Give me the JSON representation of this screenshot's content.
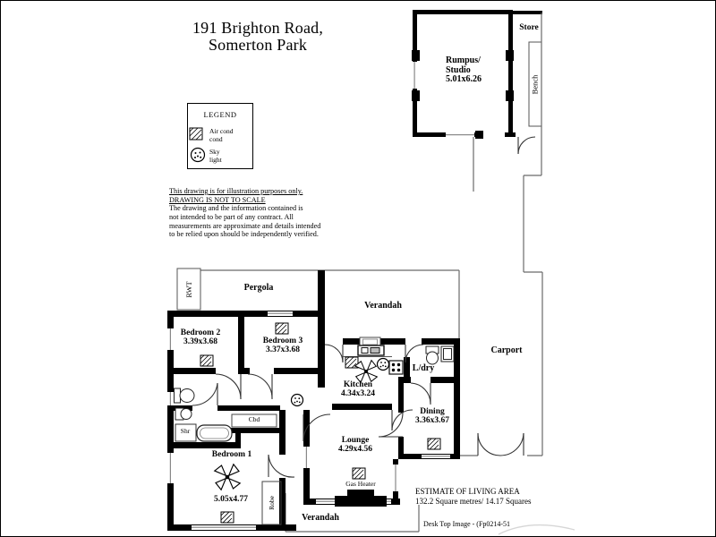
{
  "title": {
    "line1": "191 Brighton Road,",
    "line2": "Somerton Park"
  },
  "legend": {
    "heading": "LEGEND",
    "air_cond_line1": "Air cond",
    "air_cond_line2": "cond",
    "skylight_line1": "Sky",
    "skylight_line2": "light"
  },
  "disclaimer": {
    "line1": "This drawing is for illustration purposes only.",
    "line2": "DRAWING IS NOT TO SCALE",
    "line3": "The drawing and the information contained is",
    "line4": "not intended to be part of any contract.  All",
    "line5": "measurements are approximate and details intended",
    "line6": "to be relied upon should be independently verified."
  },
  "rooms": {
    "rumpus_name1": "Rumpus/",
    "rumpus_name2": "Studio",
    "rumpus_dims": "5.01x6.26",
    "store": "Store",
    "bench": "Bench",
    "rwt": "RWT",
    "pergola": "Pergola",
    "verandah_top": "Verandah",
    "bedroom2_name": "Bedroom 2",
    "bedroom2_dims": "3.39x3.68",
    "bedroom3_name": "Bedroom 3",
    "bedroom3_dims": "3.37x3.68",
    "kitchen_name": "Kitchen",
    "kitchen_dims": "4.34x3.24",
    "ldry": "L/dry",
    "carport": "Carport",
    "dining_name": "Dining",
    "dining_dims": "3.36x3.67",
    "lounge_name": "Lounge",
    "lounge_dims": "4.29x4.56",
    "bedroom1_name": "Bedroom 1",
    "bedroom1_dims": "5.05x4.77",
    "verandah_bottom": "Verandah",
    "gas_heater": "Gas Heater",
    "shr": "Shr",
    "cbd": "Cbd",
    "robe": "Robe"
  },
  "footer": {
    "estimate_title": "ESTIMATE OF LIVING AREA",
    "estimate_value": "132.2 Square metres/ 14.17 Squares",
    "credit": "Desk Top Image - (Fp0214-51"
  },
  "colors": {
    "wall": "#000000",
    "boundary": "#6a6a6a",
    "background": "#ffffff"
  }
}
